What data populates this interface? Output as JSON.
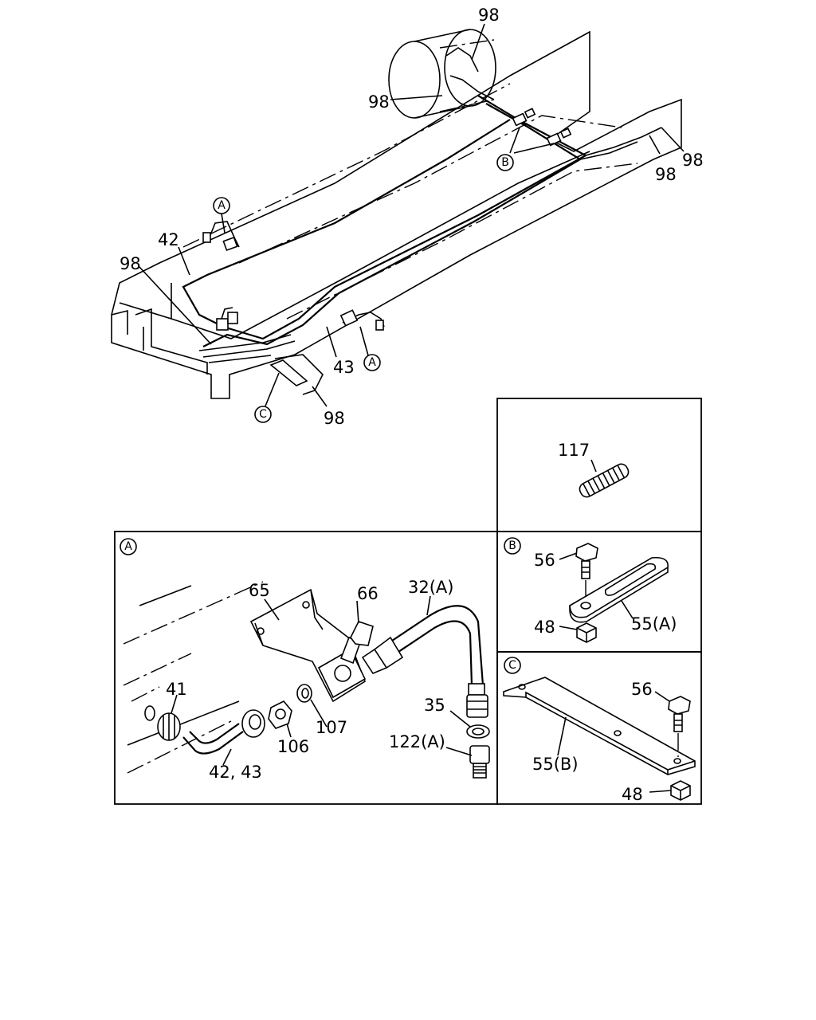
{
  "callouts": {
    "top_98_a": "98",
    "top_98_b": "98",
    "right_98_a": "98",
    "right_98_b": "98",
    "left_98": "98",
    "bottom_98": "98",
    "label_42": "42",
    "label_43": "43",
    "ref_a_top": "A",
    "ref_a_mid": "A",
    "ref_b": "B",
    "ref_c": "C"
  },
  "detail_117": {
    "label": "117"
  },
  "detail_a": {
    "title": "A",
    "labels": {
      "p65": "65",
      "p66": "66",
      "p32a": "32(A)",
      "p35": "35",
      "p122a": "122(A)",
      "p41": "41",
      "p106": "106",
      "p107": "107",
      "p42_43": "42, 43"
    }
  },
  "detail_b": {
    "title": "B",
    "labels": {
      "p56": "56",
      "p48": "48",
      "p55a": "55(A)"
    }
  },
  "detail_c": {
    "title": "C",
    "labels": {
      "p56": "56",
      "p48": "48",
      "p55b": "55(B)"
    }
  }
}
